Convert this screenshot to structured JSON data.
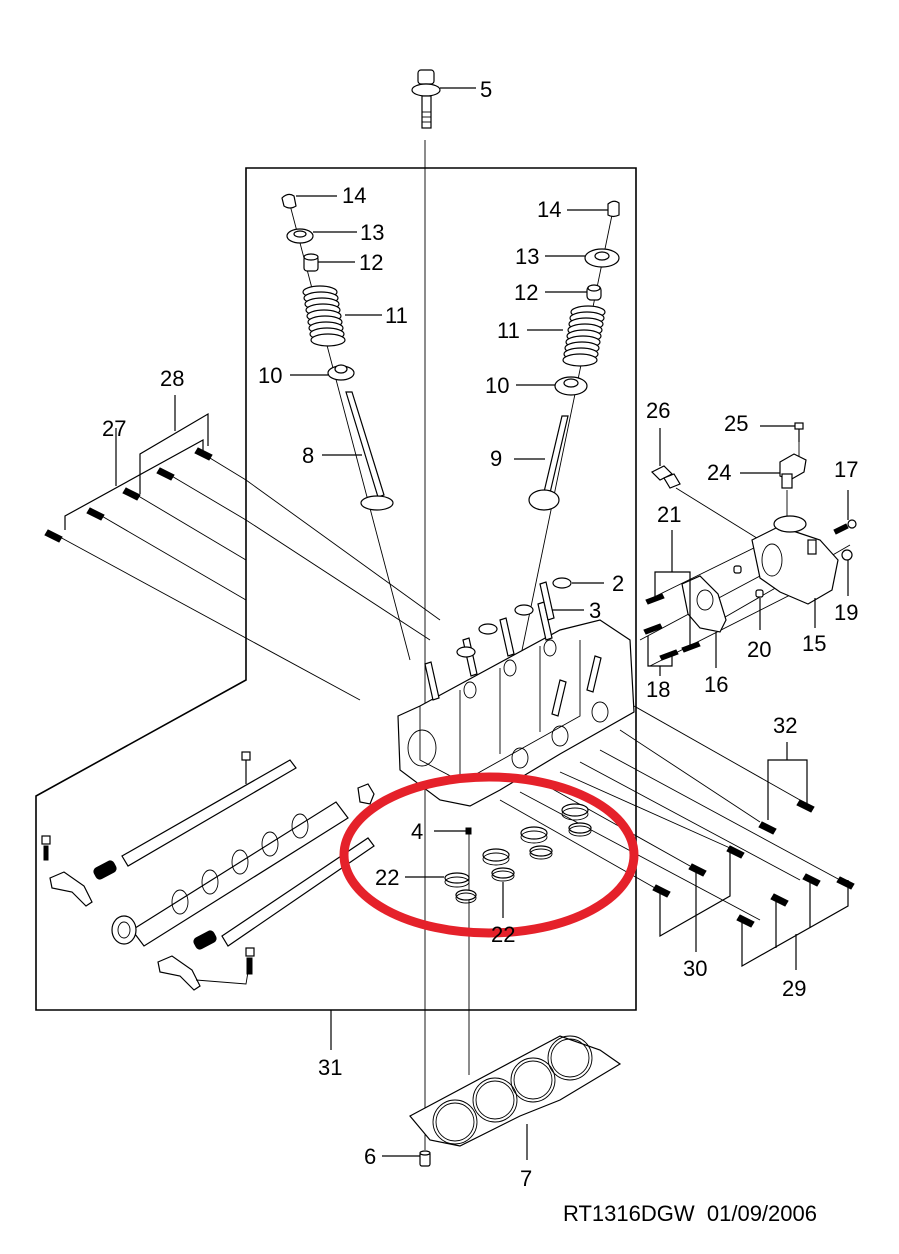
{
  "diagram": {
    "title": "Cylinder head exploded parts diagram",
    "footer_code": "RT1316DGW",
    "footer_date": "01/09/2006",
    "highlight_color": "#e5212a",
    "callouts": {
      "c2": "2",
      "c3": "3",
      "c4": "4",
      "c5": "5",
      "c6": "6",
      "c7": "7",
      "c8": "8",
      "c9": "9",
      "c10_left": "10",
      "c10_right": "10",
      "c11_left": "11",
      "c11_right": "11",
      "c12_left": "12",
      "c12_right": "12",
      "c13_left": "13",
      "c13_right": "13",
      "c14_left": "14",
      "c14_right": "14",
      "c15": "15",
      "c16": "16",
      "c17": "17",
      "c18": "18",
      "c19": "19",
      "c20": "20",
      "c21": "21",
      "c22_a": "22",
      "c22_b": "22",
      "c24": "24",
      "c25": "25",
      "c26": "26",
      "c27": "27",
      "c28": "28",
      "c29": "29",
      "c30": "30",
      "c31": "31",
      "c32": "32"
    }
  }
}
